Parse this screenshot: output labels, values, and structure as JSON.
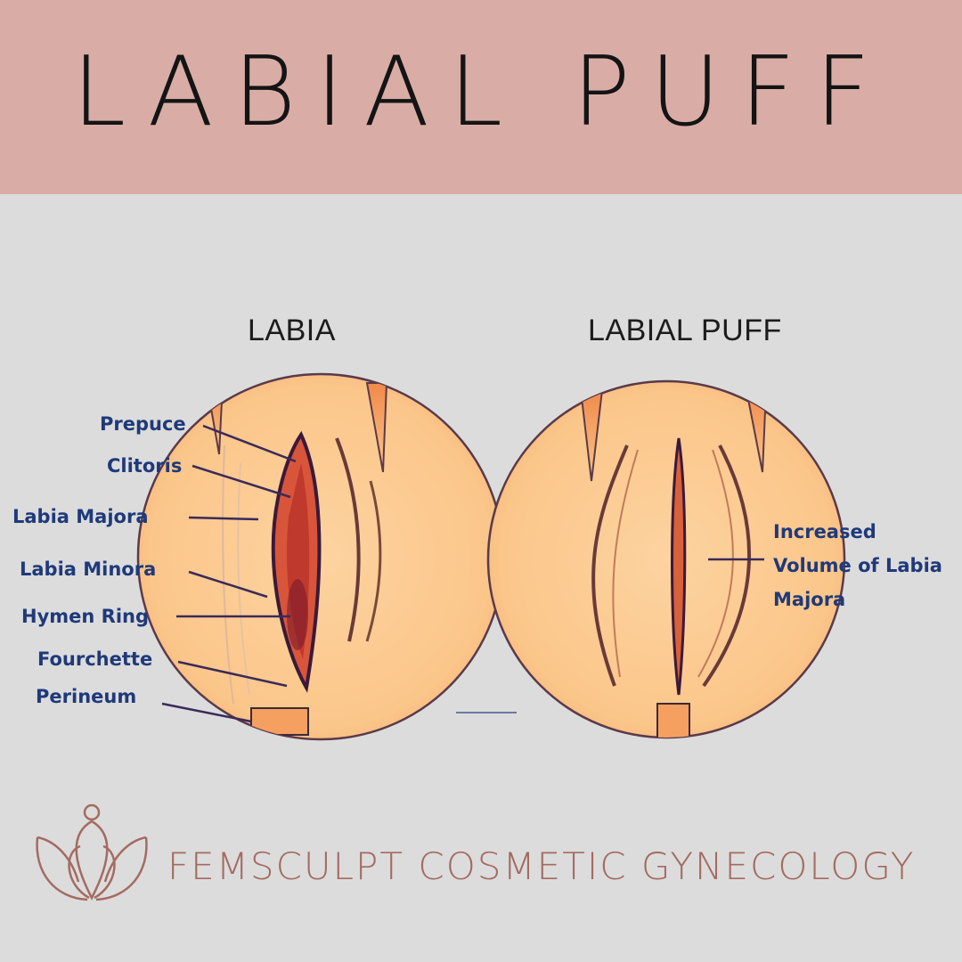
{
  "title": "LABIAL PUFF",
  "panels": {
    "left": {
      "heading": "LABIA",
      "labels": [
        "Prepuce",
        "Clitoris",
        "Labia Majora",
        "Labia Minora",
        "Hymen Ring",
        "Fourchette",
        "Perineum"
      ]
    },
    "right": {
      "heading": "LABIAL PUFF",
      "callout": "Increased Volume of Labia Majora"
    }
  },
  "brand": {
    "name": "FEMSCULPT COSMETIC GYNECOLOGY",
    "logo_icon": "lotus-figure-icon"
  },
  "colors": {
    "header_band": "#d9ada6",
    "background": "#dcdcdc",
    "circle_fill": "#fbc98f",
    "outline": "#3a2a5a",
    "label_text": "#1f3a7a",
    "brand_text": "#a46b61"
  }
}
